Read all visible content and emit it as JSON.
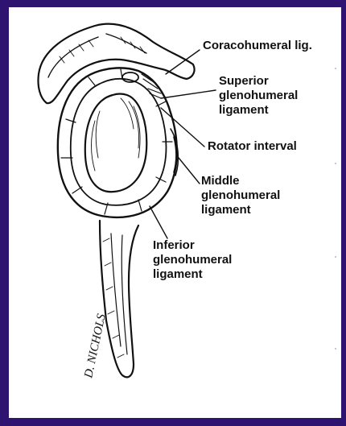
{
  "colors": {
    "frame": "#2e1470",
    "ink": "#111111",
    "paper": "#ffffff"
  },
  "labels": {
    "coracohumeral": [
      "Coracohumeral lig."
    ],
    "superior": [
      "Superior",
      "glenohumeral",
      "ligament"
    ],
    "rotator": [
      "Rotator interval"
    ],
    "middle": [
      "Middle",
      "glenohumeral",
      "ligament"
    ],
    "inferior": [
      "Inferior",
      "glenohumeral",
      "ligament"
    ]
  },
  "signature": "D. NICHOLS"
}
